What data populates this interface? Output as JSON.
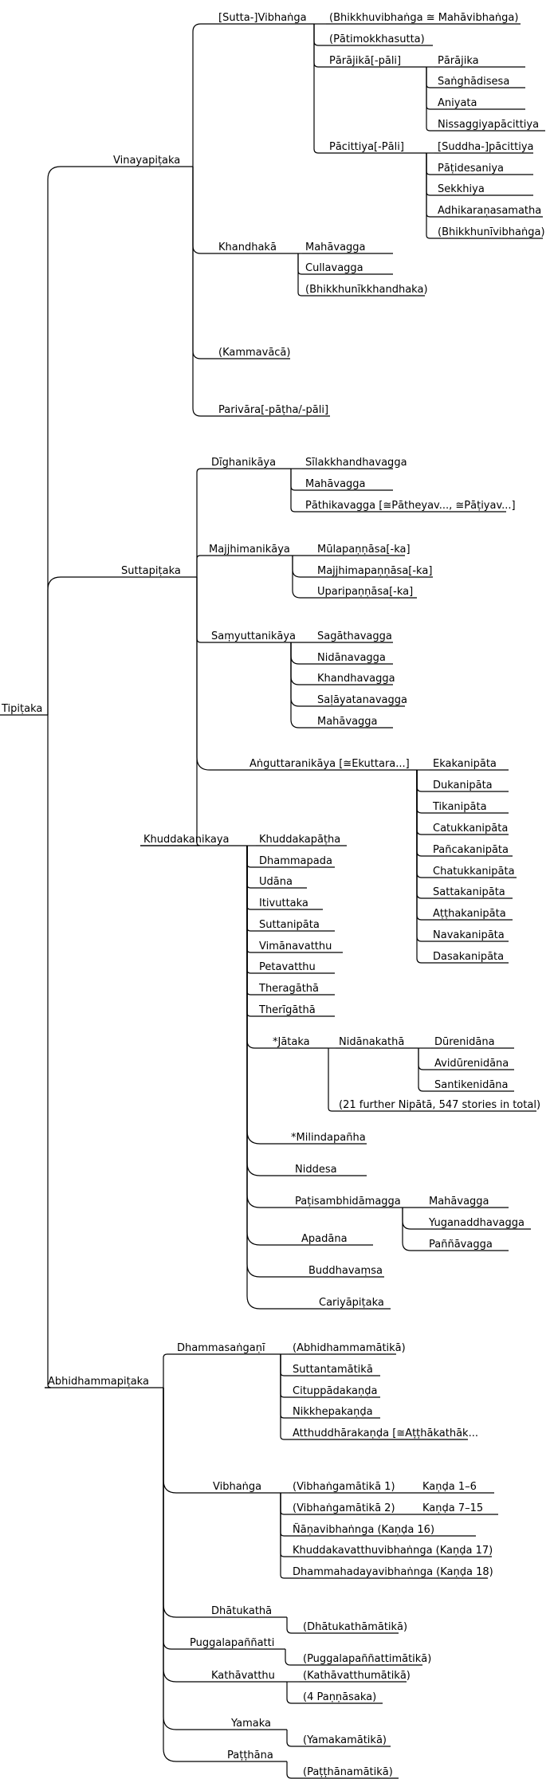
{
  "tree": {
    "label": "Tipiṭaka",
    "children": [
      {
        "label": "Vinayapiṭaka",
        "children": [
          {
            "label": "[Sutta-]Vibhaṅga",
            "children": [
              {
                "label": "(Bhikkhuvibhaṅga ≅ Mahāvibhaṅga)"
              },
              {
                "label": "(Pātimokkhasutta)"
              },
              {
                "label": "Pārājikā[-pāli]",
                "children": [
                  {
                    "label": "Pārājika"
                  },
                  {
                    "label": "Saṅghādisesa"
                  },
                  {
                    "label": "Aniyata"
                  },
                  {
                    "label": "Nissaggiyapācittiya"
                  }
                ]
              },
              {
                "label": "Pācittiya[-Pāli]",
                "children": [
                  {
                    "label": "[Suddha-]pācittiya"
                  },
                  {
                    "label": "Pāṭidesaniya"
                  },
                  {
                    "label": "Sekkhiya"
                  },
                  {
                    "label": "Adhikaraṇasamatha"
                  },
                  {
                    "label": "(Bhikkhunīvibhaṅga)"
                  }
                ]
              }
            ]
          },
          {
            "label": "Khandhakā",
            "children": [
              {
                "label": "Mahāvagga"
              },
              {
                "label": "Cullavagga"
              },
              {
                "label": "(Bhikkhunīkkhandhaka)"
              }
            ]
          },
          {
            "label": "(Kammavācā)"
          },
          {
            "label": "Parivāra[-pāṭha/-pāli]"
          }
        ]
      },
      {
        "label": "Suttapiṭaka",
        "children": [
          {
            "label": "Dīghanikāya",
            "children": [
              {
                "label": "Sīlakkhandhavagga"
              },
              {
                "label": "Mahāvagga"
              },
              {
                "label": "Pāthikavagga [≅Pātheyav..., ≅Pāṭiyav...]"
              }
            ]
          },
          {
            "label": "Majjhimanikāya",
            "children": [
              {
                "label": "Mūlapaṇṇāsa[-ka]"
              },
              {
                "label": "Majjhimapaṇṇāsa[-ka]"
              },
              {
                "label": "Uparipaṇṇāsa[-ka]"
              }
            ]
          },
          {
            "label": "Saṃyuttanikāya",
            "children": [
              {
                "label": "Sagāthavagga"
              },
              {
                "label": "Nidānavagga"
              },
              {
                "label": "Khandhavagga"
              },
              {
                "label": "Saḷāyatanavagga"
              },
              {
                "label": "Mahāvagga"
              }
            ]
          },
          {
            "label": "Aṅguttaranikāya [≅Ekuttara...]",
            "children": [
              {
                "label": "Ekakanipāta"
              },
              {
                "label": "Dukanipāta"
              },
              {
                "label": "Tikanipāta"
              },
              {
                "label": "Catukkanipāta"
              },
              {
                "label": "Pañcakanipāta"
              },
              {
                "label": "Chatukkanipāta"
              },
              {
                "label": "Sattakanipāta"
              },
              {
                "label": "Aṭṭhakanipāta"
              },
              {
                "label": "Navakanipāta"
              },
              {
                "label": "Dasakanipāta"
              }
            ]
          },
          {
            "label": "Khuddakanikaya",
            "children": [
              {
                "label": "Khuddakapāṭha"
              },
              {
                "label": "Dhammapada"
              },
              {
                "label": "Udāna"
              },
              {
                "label": "Itivuttaka"
              },
              {
                "label": "Suttanipāta"
              },
              {
                "label": "Vimānavatthu"
              },
              {
                "label": "Petavatthu"
              },
              {
                "label": "Theragāthā"
              },
              {
                "label": "Therīgāthā"
              },
              {
                "label": "*Jātaka",
                "children": [
                  {
                    "label": "Nidānakathā",
                    "children": [
                      {
                        "label": "Dūrenidāna"
                      },
                      {
                        "label": "Avidūrenidāna"
                      },
                      {
                        "label": "Santikenidāna"
                      }
                    ]
                  },
                  {
                    "label": "(21 further Nipātā, 547 stories in total)"
                  }
                ]
              },
              {
                "label": "*Milindapañha"
              },
              {
                "label": "Niddesa"
              },
              {
                "label": "Paṭisambhidāmagga",
                "children": [
                  {
                    "label": "Mahāvagga"
                  },
                  {
                    "label": "Yuganaddhavagga"
                  },
                  {
                    "label": "Paññāvagga"
                  }
                ]
              },
              {
                "label": "Apadāna"
              },
              {
                "label": "Buddhavaṃsa"
              },
              {
                "label": "Cariyāpiṭaka"
              }
            ]
          }
        ]
      },
      {
        "label": "Abhidhammapiṭaka",
        "children": [
          {
            "label": "Dhammasaṅgaṇī",
            "children": [
              {
                "label": "(Abhidhammamātikā)"
              },
              {
                "label": "Suttantamātikā"
              },
              {
                "label": "Cituppādakaṇḍa"
              },
              {
                "label": "Nikkhepakaṇḍa"
              },
              {
                "label": "Atthuddhārakaṇḍa [≅Aṭṭhākathāk..."
              }
            ]
          },
          {
            "label": "Vibhaṅga",
            "children": [
              {
                "label": "(Vibhaṅgamātikā 1)",
                "children": [
                  {
                    "label": "Kaṇḍa 1–6"
                  }
                ]
              },
              {
                "label": "(Vibhaṅgamātikā 2)",
                "children": [
                  {
                    "label": "Kaṇḍa 7–15"
                  }
                ]
              },
              {
                "label": "Ñāṇavibhaṅnga (Kaṇḍa 16)"
              },
              {
                "label": "Khuddakavatthuvibhaṅnga (Kaṇḍa 17)"
              },
              {
                "label": "Dhammahadayavibhaṅnga (Kaṇḍa 18)"
              }
            ]
          },
          {
            "label": "Dhātukathā",
            "children": [
              {
                "label": "(Dhātukathāmātikā)"
              }
            ]
          },
          {
            "label": "Puggalapaññatti",
            "children": [
              {
                "label": "(Puggalapaññattimātikā)"
              }
            ]
          },
          {
            "label": "Kathāvatthu",
            "children": [
              {
                "label": "(Kathāvatthumātikā)"
              },
              {
                "label": "(4 Paṇṇāsaka)"
              }
            ]
          },
          {
            "label": "Yamaka",
            "children": [
              {
                "label": "(Yamakamātikā)"
              }
            ]
          },
          {
            "label": "Paṭṭhāna",
            "children": [
              {
                "label": "(Paṭṭhānamātikā)"
              }
            ]
          }
        ]
      }
    ]
  }
}
